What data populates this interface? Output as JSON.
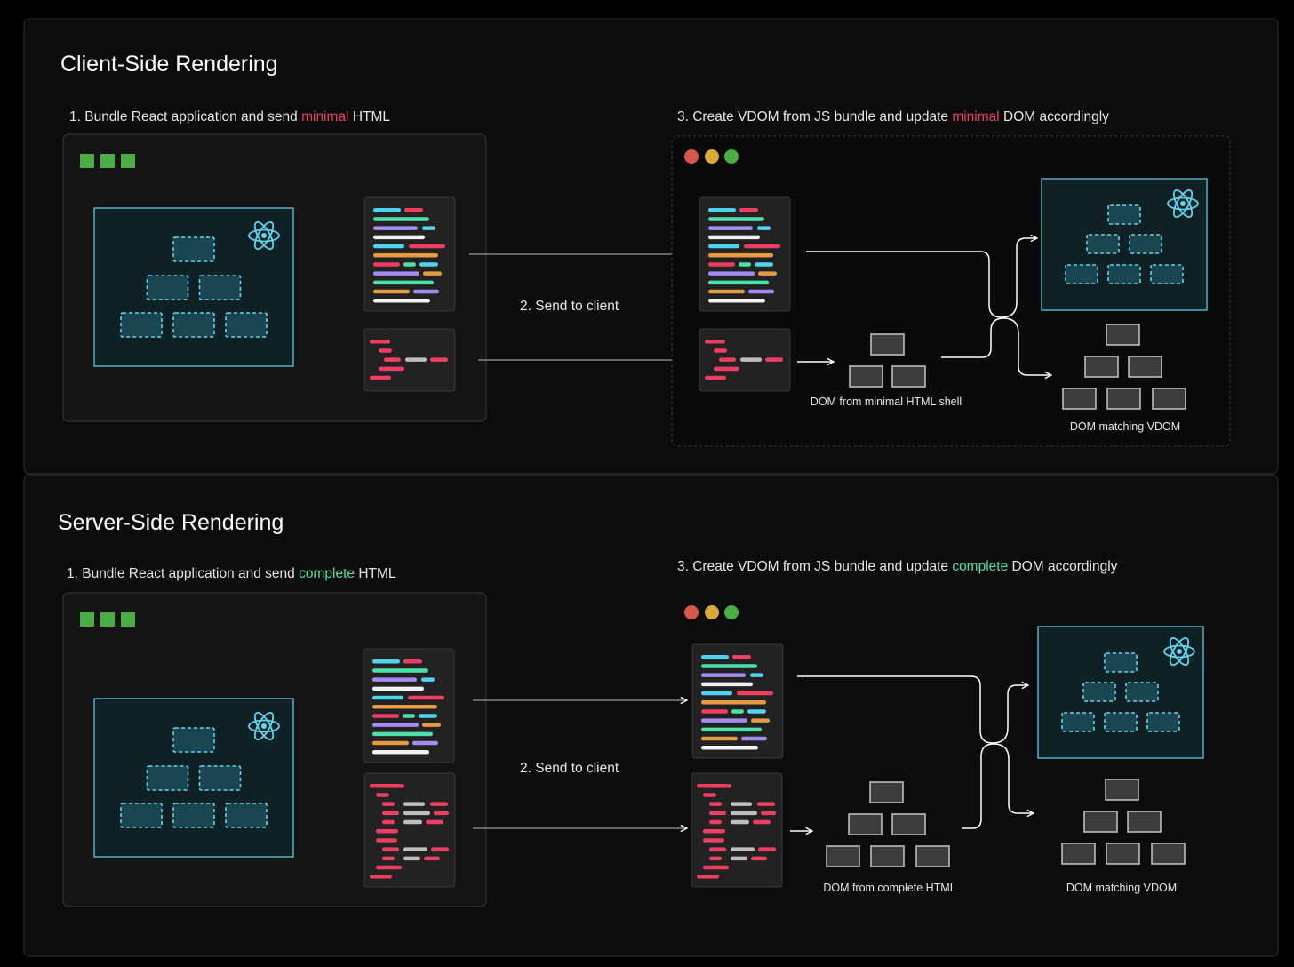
{
  "colors": {
    "background": "#000000",
    "panel": "#0c0c0c",
    "panel_border": "#2c2c2c",
    "accent_minimal": "#ef3e61",
    "accent_complete": "#4ee0a9",
    "react": "#5fd6ee",
    "green_square": "#4bae45",
    "dot_red": "#d8574c",
    "dot_yellow": "#dba83a",
    "dot_green": "#4bae45"
  },
  "csr": {
    "title": "Client-Side Rendering",
    "step1_pre": "1. Bundle React application and send ",
    "step1_highlight": "minimal",
    "step1_post": " HTML",
    "step2": "2. Send to client",
    "step3_pre": "3. Create VDOM from JS bundle and update ",
    "step3_highlight": "minimal",
    "step3_post": " DOM accordingly",
    "dom_label": "DOM from minimal HTML shell",
    "vdom_label": "DOM matching VDOM"
  },
  "ssr": {
    "title": "Server-Side Rendering",
    "step1_pre": "1. Bundle React application and send ",
    "step1_highlight": "complete",
    "step1_post": " HTML",
    "step2": "2. Send to client",
    "step3_pre": "3. Create VDOM from JS bundle and update ",
    "step3_highlight": "complete",
    "step3_post": " DOM accordingly",
    "dom_label": "DOM from complete HTML",
    "vdom_label": "DOM matching VDOM"
  }
}
